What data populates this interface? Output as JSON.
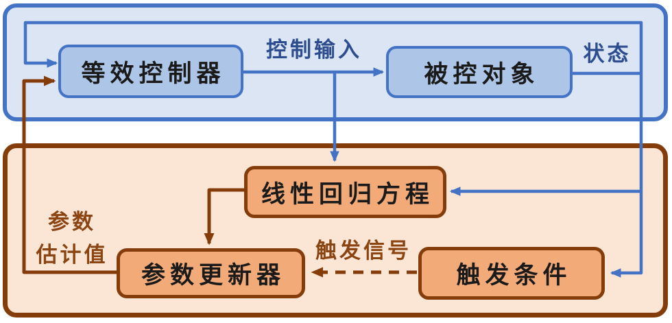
{
  "diagram": {
    "type": "block-diagram",
    "nodes": {
      "equivalent_controller": "等效控制器",
      "controlled_plant": "被控对象",
      "linear_regression": "线性回归方程",
      "parameter_updater": "参数更新器",
      "trigger_condition": "触发条件"
    },
    "edge_labels": {
      "control_input": "控制输入",
      "state": "状态",
      "parameter_estimate_line1": "参数",
      "parameter_estimate_line2": "估计值",
      "trigger_signal": "触发信号"
    },
    "colors": {
      "blue_line": "#4472c4",
      "blue_label_text": "#2e4d8e",
      "blue_node_fill": "#adc6e8",
      "blue_container_fill": "#dbe5f3",
      "brown_line": "#843c0b",
      "brown_label_text": "#8a4513",
      "orange_node_fill": "#f3aa79",
      "orange_container_fill": "#fbe6d6",
      "node_text": "#1a1a1a"
    }
  }
}
